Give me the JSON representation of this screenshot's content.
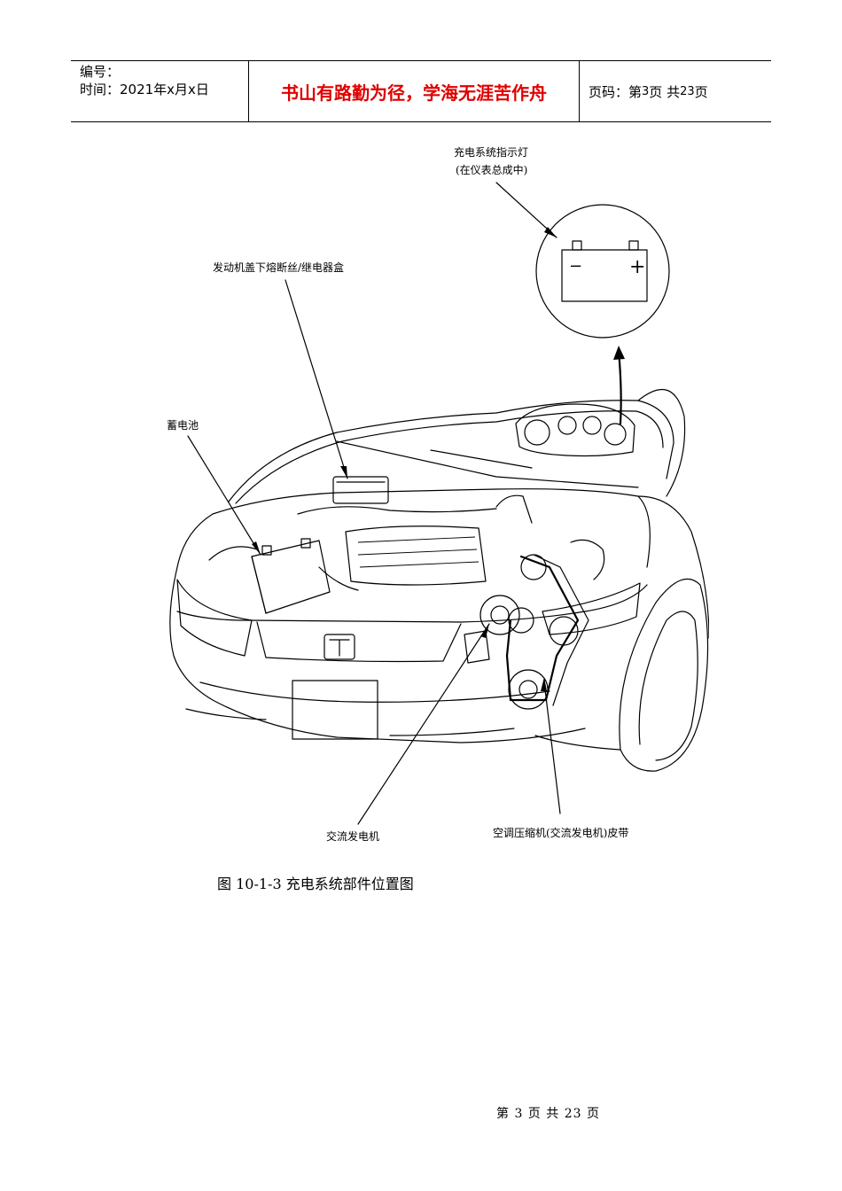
{
  "header": {
    "number_label": "编号：",
    "date_label": "时间：2021年x月x日",
    "motto": "书山有路勤为径，学海无涯苦作舟",
    "page_prefix": "页码：第",
    "page_current": "3",
    "page_mid": "页  共",
    "page_total": "23",
    "page_suffix": "页"
  },
  "figure": {
    "labels": {
      "indicator_line1": "充电系统指示灯",
      "indicator_line2": "(在仪表总成中)",
      "fuse_box": "发动机盖下熔断丝/继电器盒",
      "battery": "蓄电池",
      "alternator": "交流发电机",
      "belt": "空调压缩机(交流发电机)皮带",
      "minus_sign": "−",
      "plus_sign": "+"
    },
    "caption": "图 10-1-3    充电系统部件位置图"
  },
  "footer": {
    "page_text": "第 3 页 共 23 页"
  }
}
